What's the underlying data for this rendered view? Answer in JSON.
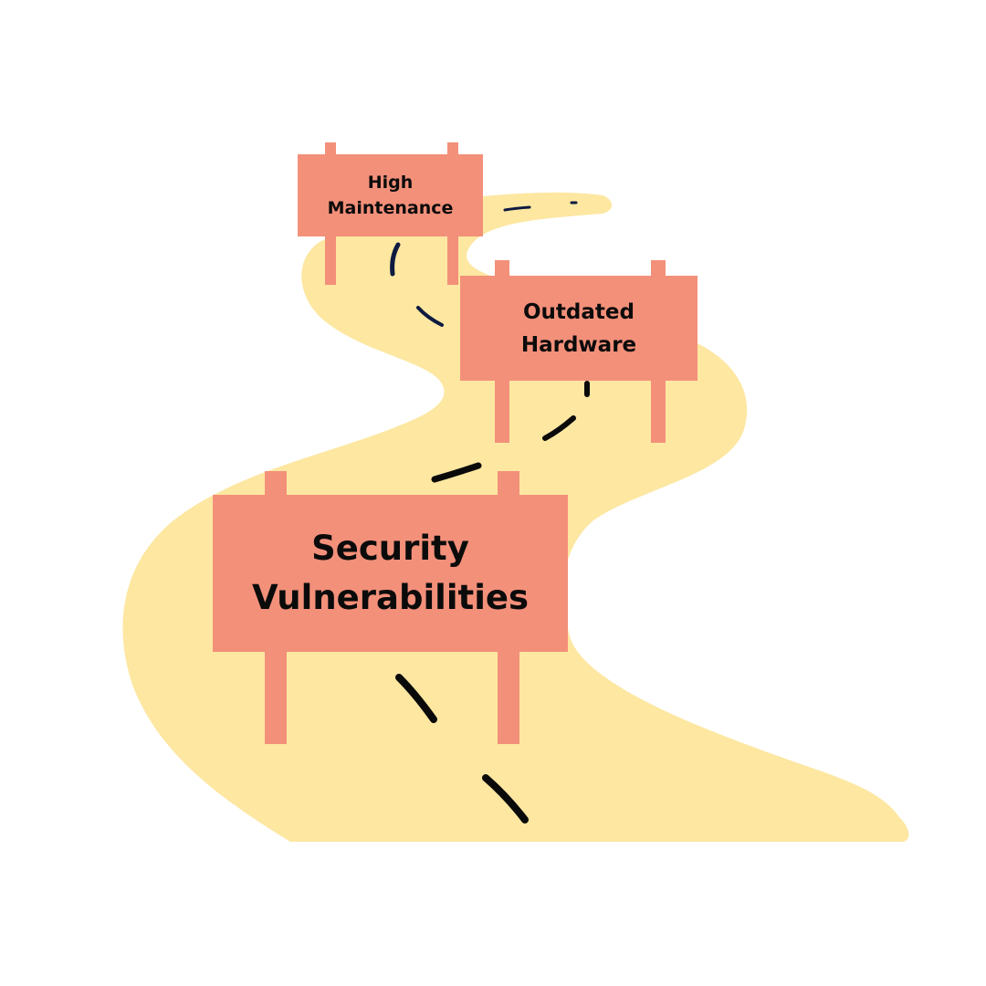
{
  "colors": {
    "road": "#FDE7A1",
    "sign": "#F3907A",
    "dash": "#0a0a0a",
    "dash_far": "#0e1a40"
  },
  "signs": {
    "far": {
      "line1": "High",
      "line2": "Maintenance"
    },
    "middle": {
      "line1": "Outdated",
      "line2": "Hardware"
    },
    "near": {
      "line1": "Security",
      "line2": "Vulnerabilities"
    }
  }
}
